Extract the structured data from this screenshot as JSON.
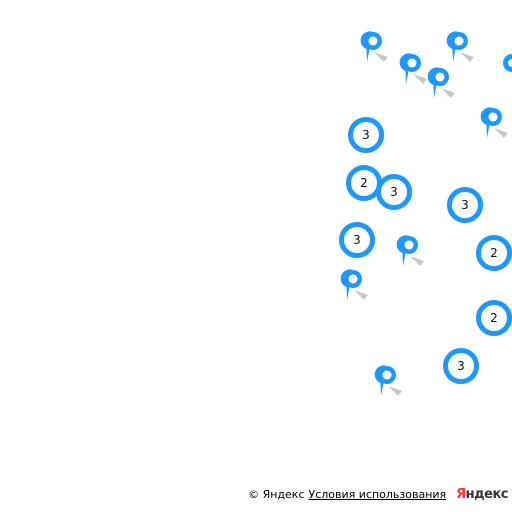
{
  "map": {
    "marker_color": "#1e98ff",
    "marker_icon": "map-pin-icon",
    "clusters": [
      {
        "count": "3"
      },
      {
        "count": "2"
      },
      {
        "count": "3"
      },
      {
        "count": "3"
      },
      {
        "count": "3"
      },
      {
        "count": "2"
      },
      {
        "count": "2"
      },
      {
        "count": "3"
      }
    ]
  },
  "copyrights": {
    "text": "© Яндекс",
    "terms_link": "Условия использования",
    "logo_first": "Я",
    "logo_rest": "ндекс"
  }
}
